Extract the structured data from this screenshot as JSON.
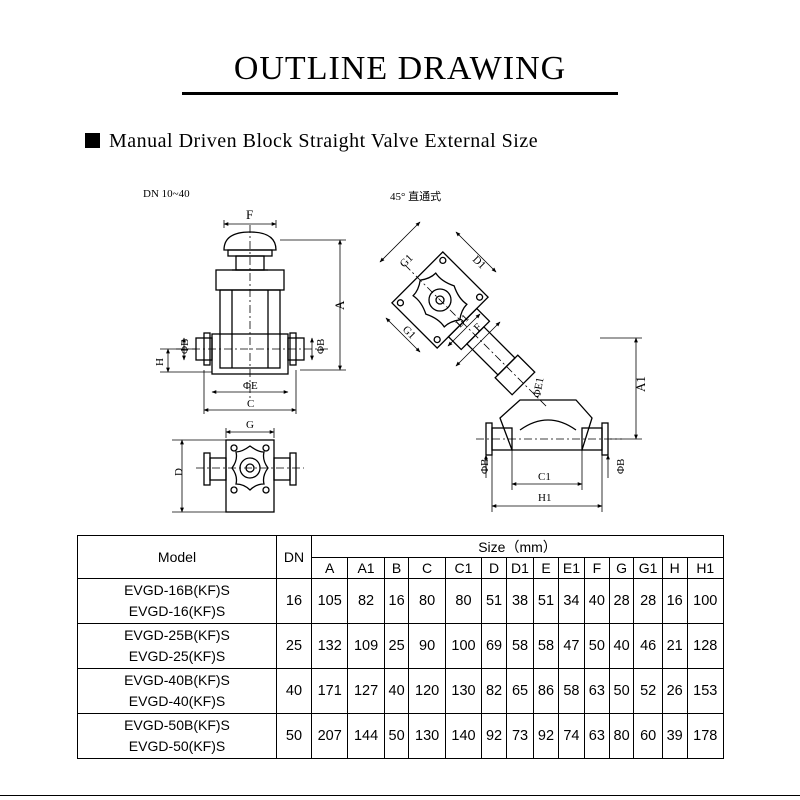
{
  "title": "OUTLINE DRAWING",
  "subtitle": "Manual Driven Block Straight Valve External Size",
  "left_drawing": {
    "range_label": "DN 10~40",
    "dims": {
      "F": "F",
      "A": "A",
      "H": "H",
      "PhiB_left": "ΦB",
      "PhiB_right": "ΦB",
      "PhiE": "ΦE",
      "C": "C",
      "G": "G",
      "D": "D"
    }
  },
  "right_drawing": {
    "label": "45° 直通式",
    "dims": {
      "G1_top": "G1",
      "D1_top": "D1",
      "G1_bot": "G1",
      "D1_bot": "D1",
      "F": "F",
      "A1": "A1",
      "PhiE1": "ΦE1",
      "C1": "C1",
      "H1": "H1",
      "PhiB_left": "ΦB",
      "PhiB_right": "ΦB"
    }
  },
  "table": {
    "model_header": "Model",
    "dn_header": "DN",
    "size_header": "Size（mm）",
    "columns": [
      "A",
      "A1",
      "B",
      "C",
      "C1",
      "D",
      "D1",
      "E",
      "E1",
      "F",
      "G",
      "G1",
      "H",
      "H1"
    ],
    "rows": [
      {
        "model_line1": "EVGD-16B(KF)S",
        "model_line2": "EVGD-16(KF)S",
        "dn": "16",
        "values": [
          "105",
          "82",
          "16",
          "80",
          "80",
          "51",
          "38",
          "51",
          "34",
          "40",
          "28",
          "28",
          "16",
          "100"
        ]
      },
      {
        "model_line1": "EVGD-25B(KF)S",
        "model_line2": "EVGD-25(KF)S",
        "dn": "25",
        "values": [
          "132",
          "109",
          "25",
          "90",
          "100",
          "69",
          "58",
          "58",
          "47",
          "50",
          "40",
          "46",
          "21",
          "128"
        ]
      },
      {
        "model_line1": "EVGD-40B(KF)S",
        "model_line2": "EVGD-40(KF)S",
        "dn": "40",
        "values": [
          "171",
          "127",
          "40",
          "120",
          "130",
          "82",
          "65",
          "86",
          "58",
          "63",
          "50",
          "52",
          "26",
          "153"
        ]
      },
      {
        "model_line1": "EVGD-50B(KF)S",
        "model_line2": "EVGD-50(KF)S",
        "dn": "50",
        "values": [
          "207",
          "144",
          "50",
          "130",
          "140",
          "92",
          "73",
          "92",
          "74",
          "63",
          "80",
          "60",
          "39",
          "178"
        ]
      }
    ]
  }
}
